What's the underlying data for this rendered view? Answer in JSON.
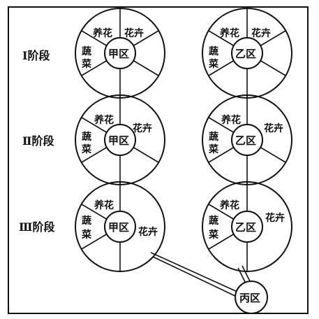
{
  "stages": [
    {
      "label": "Ⅰ阶段"
    },
    {
      "label": "Ⅱ阶段"
    },
    {
      "label": "Ⅲ阶段"
    }
  ],
  "terms": {
    "zone_jia": "甲区",
    "zone_yi": "乙区",
    "zone_bing": "丙区",
    "yanghua": "养花",
    "huahui": "花卉",
    "shucai": "蔬菜"
  },
  "colors": {
    "line": "#111111",
    "background": "#ffffff"
  }
}
